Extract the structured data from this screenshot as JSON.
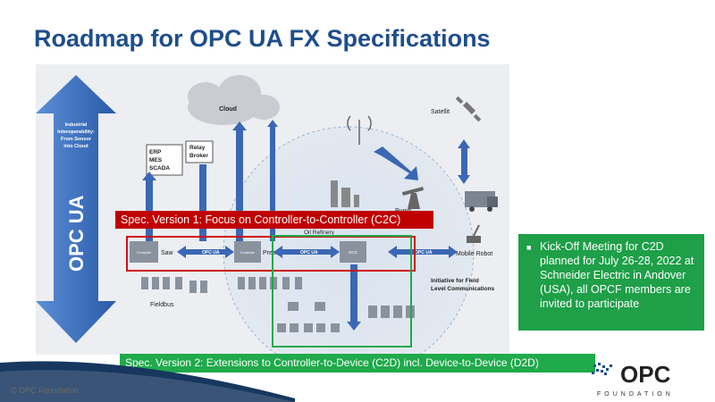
{
  "title": "Roadmap for OPC UA FX Specifications",
  "diagram": {
    "big_arrow_caption": [
      "Industrial",
      "Interoperability:",
      "From Sensor",
      "into Cloud"
    ],
    "big_arrow_logo": "OPC UA",
    "cloud": "Cloud",
    "erp_box": [
      "ERP",
      "MES",
      "SCADA"
    ],
    "relay_broker": [
      "Relay",
      "Broker"
    ],
    "satellite": "Satellit",
    "pump": "Pump",
    "oil_refinery": "Oil Refinery",
    "mobile_robot": "Mobile Robot",
    "saw": "Saw",
    "press": "Press",
    "fieldbus": "Fieldbus",
    "controller": "Controller",
    "dcs": "DCS",
    "initiative": [
      "Initiative for Field",
      "Level Communications"
    ],
    "arrow_label": "OPC UA"
  },
  "spec1": "Spec. Version 1: Focus on Controller-to-Controller (C2C)",
  "spec2": "Spec. Version 2: Extensions to Controller-to-Device (C2D) incl. Device-to-Device (D2D)",
  "note": "Kick-Off Meeting for C2D planned for July 26-28, 2022 at Schneider Electric in Andover (USA), all OPCF members are invited to participate",
  "footer": "© OPC Foundation",
  "logo": {
    "main": "OPC",
    "sub": "FOUNDATION"
  },
  "colors": {
    "title": "#1f4e8c",
    "spec1": "#c00000",
    "spec2": "#1faa4b",
    "note": "#1e9f48",
    "arrow_blue": "#2f5ca8"
  }
}
